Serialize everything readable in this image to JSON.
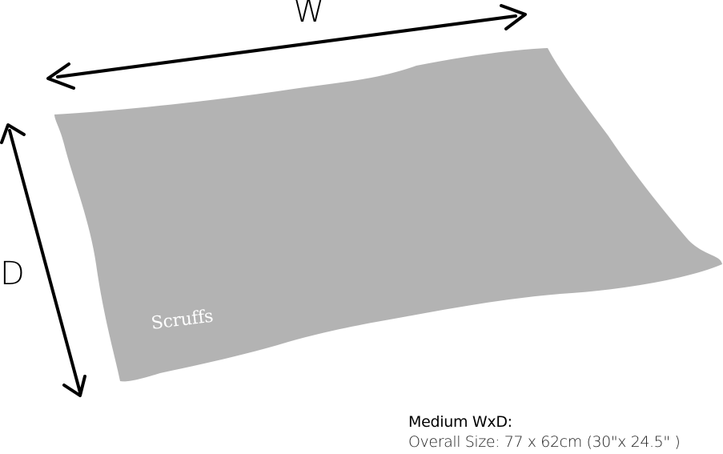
{
  "labels": {
    "width": "W",
    "depth": "D"
  },
  "product": {
    "brand_logo": "Scruffs",
    "size_title": "Medium WxD:",
    "size_detail": "Overall Size: 77 x 62cm (30\"x 24.5\" )"
  },
  "colors": {
    "mat_fill": "#b3b3b3",
    "arrow": "#000000",
    "logo": "#ffffff"
  },
  "icons": {
    "width_arrow": "double-headed-arrow",
    "depth_arrow": "double-headed-arrow"
  }
}
